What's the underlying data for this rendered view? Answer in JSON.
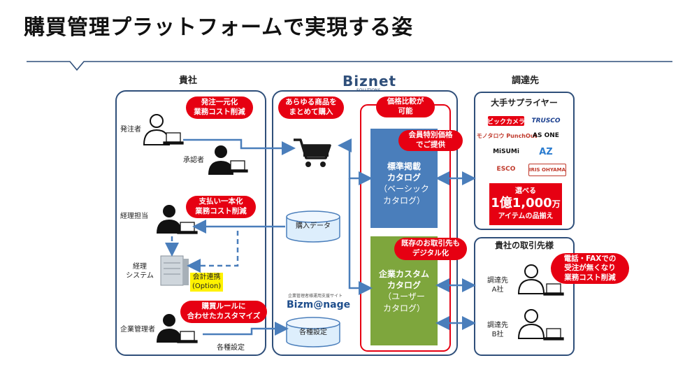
{
  "title": "購買管理プラットフォームで実現する姿",
  "sections": {
    "left": "貴社",
    "center_logo": {
      "main": "Biznet",
      "sub": "SOLUTIONS"
    },
    "right": "調達先"
  },
  "left_panel": {
    "orderer": "発注者",
    "approver": "承認者",
    "accounting": "経理担当",
    "system": [
      "経理",
      "システム"
    ],
    "accounting_link": [
      "会計連携",
      "(Option)"
    ],
    "admin": "企業管理者",
    "settings_label": "各種設定",
    "bubble1": [
      "発注一元化",
      "業務コスト削減"
    ],
    "bubble2": [
      "支払い一本化",
      "業務コスト削減"
    ],
    "bubble3": [
      "購買ルールに",
      "合わせたカスタマイズ"
    ]
  },
  "center_panel": {
    "bubble_all": [
      "あらゆる商品を",
      "まとめて購入"
    ],
    "bubble_price": [
      "価格比較が",
      "可能"
    ],
    "bubble_member": [
      "会員特別価格",
      "でご提供"
    ],
    "bubble_existing": [
      "既存のお取引先も",
      "デジタル化"
    ],
    "purchase_data": "購入データ",
    "settings_db": "各種設定",
    "bizmanage_small": "企業管理者様運用支援サイト",
    "bizmanage_logo": "Bizm@nage",
    "catalog_standard": [
      "標準掲載",
      "カタログ",
      "（ベーシック",
      "カタログ）"
    ],
    "catalog_custom": [
      "企業カスタム",
      "カタログ",
      "（ユーザー",
      "カタログ）"
    ]
  },
  "right_panel": {
    "suppliers_title": "大手サプライヤー",
    "logos": [
      "ビックカメラ",
      "TRUSCO",
      "モノタロウ PunchOut",
      "AS ONE",
      "MiSUMi",
      "AZ",
      "ESCO",
      "IRIS OHYAMA"
    ],
    "choose": "選べる",
    "count_main": "1億1,000",
    "count_unit": "万",
    "assortment": "アイテムの品揃え",
    "partners_title": "貴社の取引先様",
    "supplier_a": [
      "調達先",
      "A社"
    ],
    "supplier_b": [
      "調達先",
      "B社"
    ],
    "bubble_fax": [
      "電話・FAXでの",
      "受注が無くなり",
      "業務コスト削減"
    ]
  },
  "colors": {
    "navy": "#2f4f7a",
    "red": "#e60012",
    "blue_catalog": "#4a7ebb",
    "green_catalog": "#7ea63d",
    "arrow": "#4a7ebb",
    "highlight": "#fff200"
  }
}
